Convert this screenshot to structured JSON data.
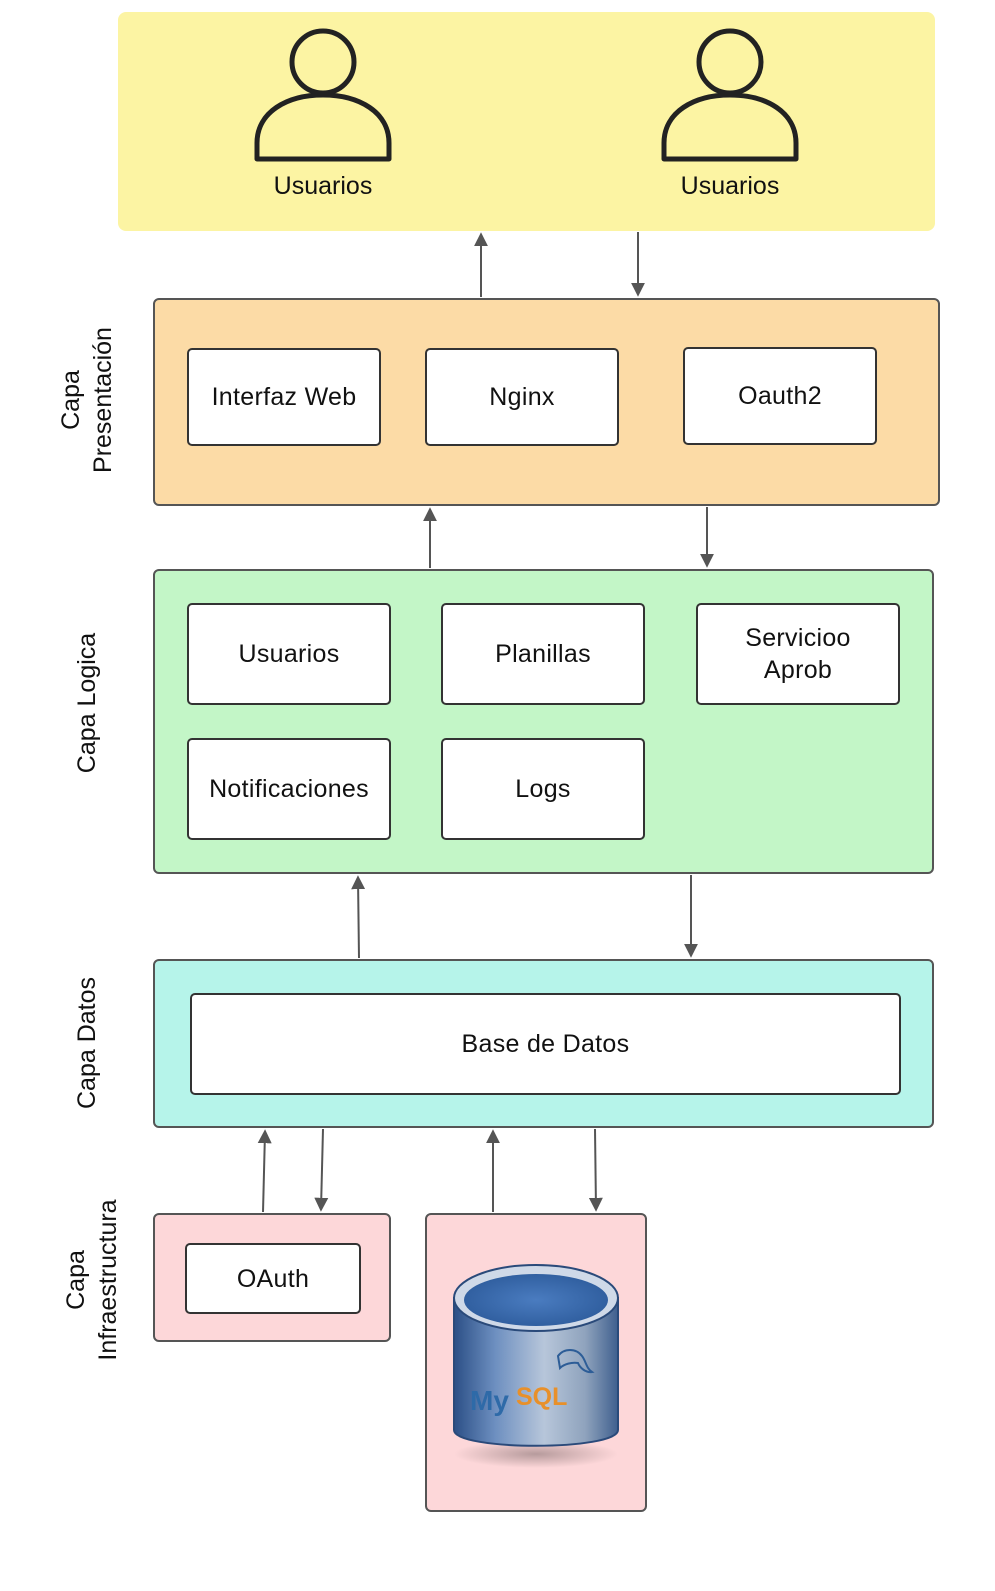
{
  "users": {
    "items": [
      {
        "label": "Usuarios",
        "icon": "user-icon"
      },
      {
        "label": "Usuarios",
        "icon": "user-icon"
      }
    ]
  },
  "layers": {
    "presentation": {
      "label_line1": "Capa",
      "label_line2": "Presentación",
      "color": "#fcdba6",
      "components": [
        "Interfaz Web",
        "Nginx",
        "Oauth2"
      ]
    },
    "logic": {
      "label": "Capa Logica",
      "color": "#c3f6c7",
      "components": [
        "Usuarios",
        "Planillas",
        "Servicioo",
        "Aprob",
        "Notificaciones",
        "Logs"
      ]
    },
    "data": {
      "label": "Capa Datos",
      "color": "#b6f4ea",
      "components": [
        "Base de Datos"
      ]
    },
    "infrastructure": {
      "label_line1": "Capa",
      "label_line2": "Infraestructura",
      "color": "#fdd7d9",
      "components": [
        "OAuth"
      ],
      "mysql_logo_text": "MySQL"
    }
  },
  "colors": {
    "users_zone": "#fcf4a3",
    "arrow": "#555555",
    "db_cylinder": "#3a6fb3"
  }
}
